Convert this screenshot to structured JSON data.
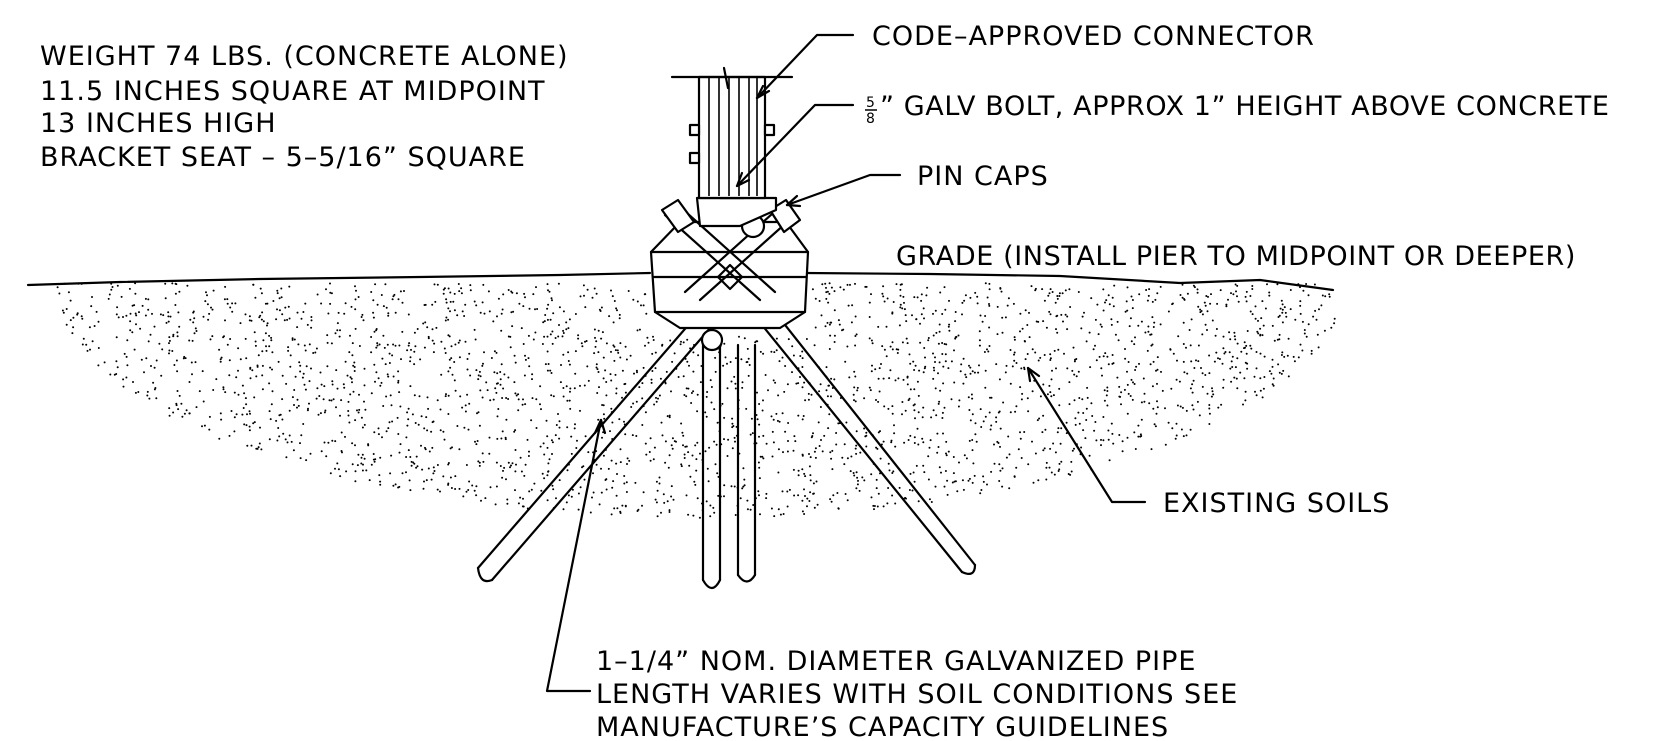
{
  "notes": {
    "weight": "WEIGHT 74 LBS. (CONCRETE ALONE)",
    "size": "11.5 INCHES SQUARE AT MIDPOINT",
    "height": "13 INCHES HIGH",
    "bracket": "BRACKET SEAT – 5–5/16” SQUARE"
  },
  "callouts": {
    "connector": "CODE–APPROVED CONNECTOR",
    "bolt_num": "5",
    "bolt_den": "8",
    "bolt": "” GALV BOLT, APPROX 1” HEIGHT ABOVE CONCRETE",
    "pin_caps": "PIN CAPS",
    "grade": "GRADE (INSTALL PIER TO MIDPOINT OR DEEPER)",
    "soils": "EXISTING SOILS",
    "pipe_line1": "1–1/4” NOM. DIAMETER GALVANIZED PIPE",
    "pipe_line2": "LENGTH VARIES WITH SOIL CONDITIONS SEE",
    "pipe_line3": "MANUFACTURE’S CAPACITY GUIDELINES"
  },
  "colors": {
    "ink": "#000000",
    "paper": "#ffffff"
  }
}
